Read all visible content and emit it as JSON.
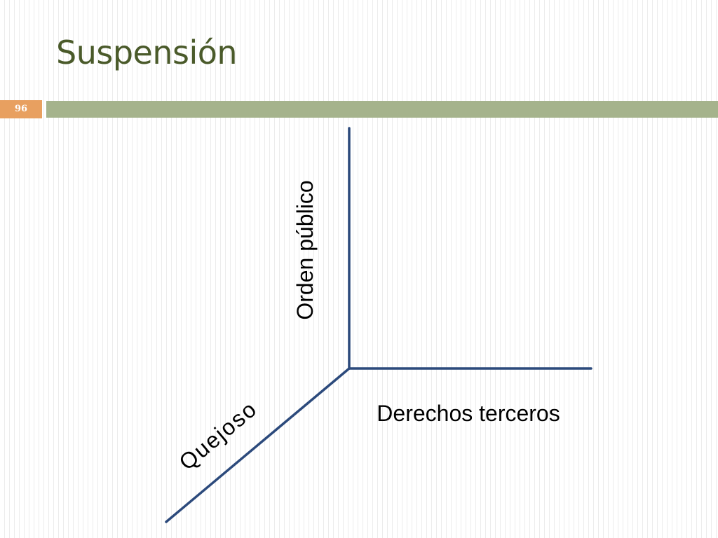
{
  "slide": {
    "title": "Suspensión",
    "number": "96"
  },
  "diagram": {
    "labels": {
      "vertical": "Orden público",
      "horizontal": "Derechos terceros",
      "oblique": "Quejoso"
    }
  },
  "colors": {
    "title": "#4a5a2a",
    "badge": "#e8a060",
    "bar": "#a5b38c",
    "axis": "#2c4a7c"
  }
}
